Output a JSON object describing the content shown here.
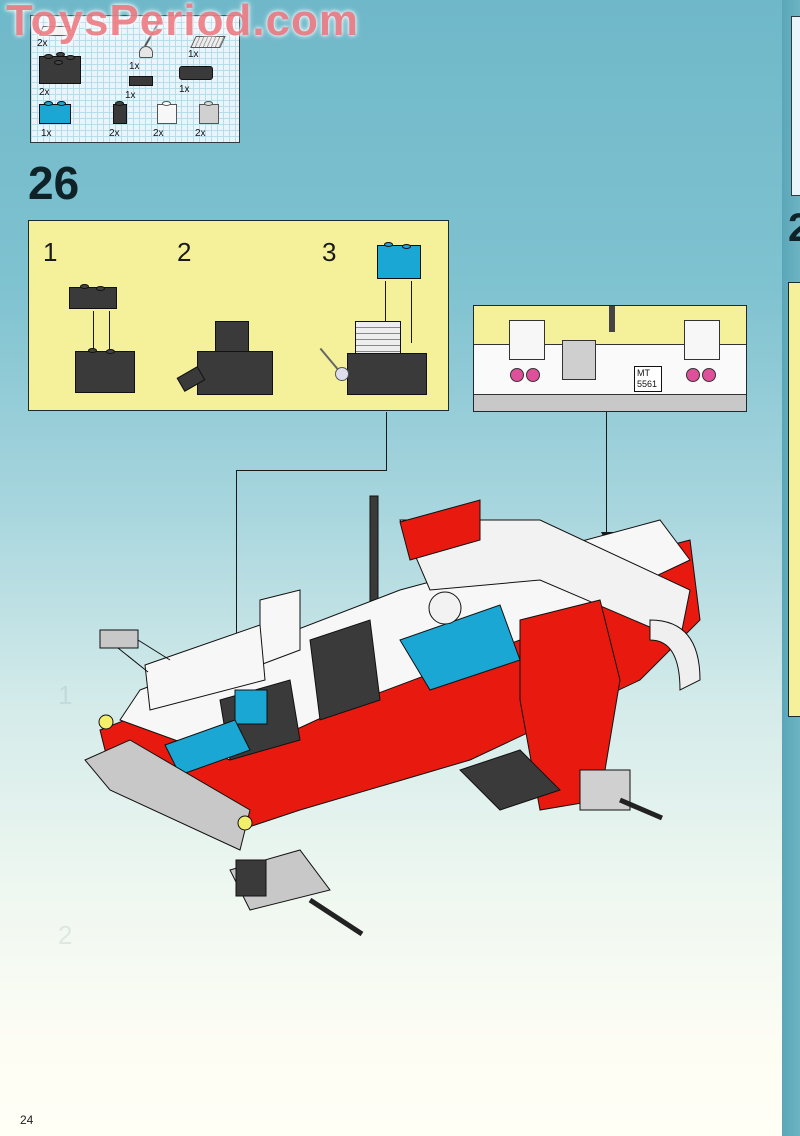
{
  "watermark": {
    "text": "ToysPeriod.com"
  },
  "parts_list": {
    "items": [
      {
        "name": "tile-1x2-printed",
        "qty": "2x",
        "color": "#e6e6e6"
      },
      {
        "name": "lever-with-base",
        "qty": "1x",
        "color": "#e6e6e6"
      },
      {
        "name": "tile-1x2-grille",
        "qty": "1x",
        "color": "#e6e6e6"
      },
      {
        "name": "brick-2x2",
        "qty": "2x",
        "color": "#3a3a3a"
      },
      {
        "name": "plate-1x2-clip",
        "qty": "1x",
        "color": "#3a3a3a"
      },
      {
        "name": "plate-2x2-wheel-holder",
        "qty": "1x",
        "color": "#3a3a3a"
      },
      {
        "name": "brick-1x2",
        "qty": "1x",
        "color": "#1aa7d4"
      },
      {
        "name": "brick-1x1-headlight",
        "qty": "2x",
        "color": "#3a3a3a"
      },
      {
        "name": "brick-1x1-white",
        "qty": "2x",
        "color": "#f7f7f7"
      },
      {
        "name": "brick-1x1-light-gray",
        "qty": "2x",
        "color": "#d0d0d0"
      }
    ]
  },
  "step": {
    "number": "26",
    "substeps": [
      {
        "label": "1"
      },
      {
        "label": "2"
      },
      {
        "label": "3"
      }
    ]
  },
  "detail_view": {
    "license_plate_line1": "MT",
    "license_plate_line2": "5561"
  },
  "next_page": {
    "step_fragment": "2"
  },
  "ghost_marks": {
    "first": "1",
    "second": "2"
  },
  "page": {
    "number": "24"
  },
  "colors": {
    "background_top": "#6fb8c9",
    "background_bottom": "#fffff6",
    "panel_yellow": "#f4f19a",
    "lego_red": "#e8190e",
    "lego_blue": "#1aa7d4",
    "lego_dark_gray": "#3a3a3a",
    "lego_light_gray": "#c8c8c8",
    "watermark_pink": "#f07e86"
  }
}
